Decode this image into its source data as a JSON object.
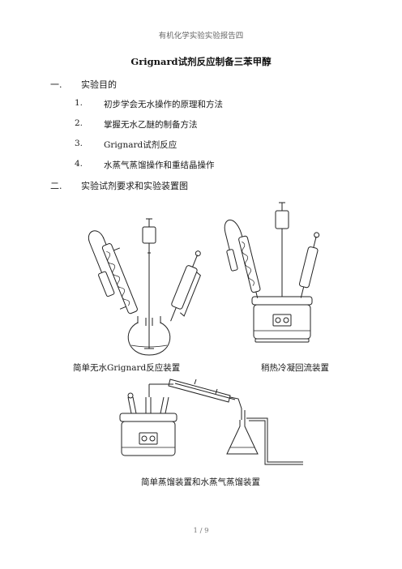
{
  "header": "有机化学实验实验报告四",
  "title": "Grignard试剂反应制备三苯甲醇",
  "sections": [
    {
      "num": "一.",
      "label": "实验目的",
      "items": [
        {
          "num": "1.",
          "text": "初步学会无水操作的原理和方法"
        },
        {
          "num": "2.",
          "text": "掌握无水乙醚的制备方法"
        },
        {
          "num": "3.",
          "text": "Grignard试剂反应"
        },
        {
          "num": "4.",
          "text": "水蒸气蒸馏操作和重结晶操作"
        }
      ]
    },
    {
      "num": "二.",
      "label": "实验试剂要求和实验装置图"
    }
  ],
  "figures": {
    "fig1_caption": "简单无水Grignard反应装置",
    "fig2_caption": "稍热冷凝回流装置",
    "fig3_caption": "简单蒸馏装置和水蒸气蒸馏装置"
  },
  "footer": "1 / 9"
}
